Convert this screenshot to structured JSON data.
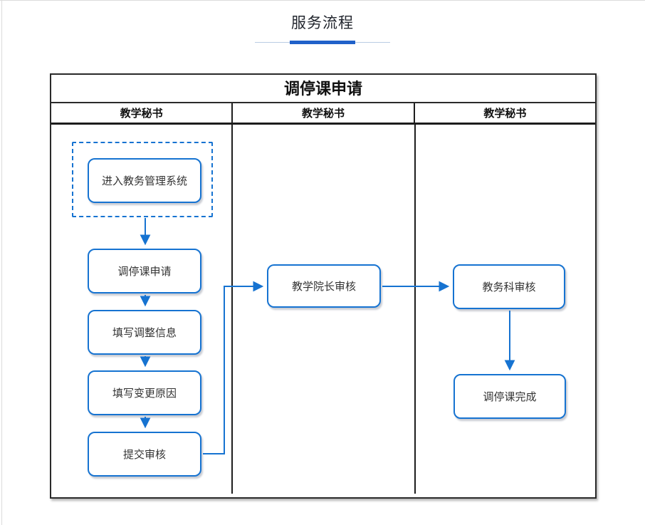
{
  "page_title": "服务流程",
  "colors": {
    "flow_blue": "#1673d1",
    "underline_bar": "#2061c9",
    "underline_line": "#b9cce4",
    "frame_border": "#2a2a2a"
  },
  "diagram": {
    "title": "调停课申请",
    "lanes": [
      {
        "label": "教学秘书"
      },
      {
        "label": "教学秘书"
      },
      {
        "label": "教学秘书"
      }
    ],
    "nodes": {
      "enter_system": {
        "label": "进入教务管理系统"
      },
      "apply": {
        "label": "调停课申请"
      },
      "fill_adjust_info": {
        "label": "填写调整信息"
      },
      "fill_change_reason": {
        "label": "填写变更原因"
      },
      "submit_review": {
        "label": "提交审核"
      },
      "dean_review": {
        "label": "教学院长审核"
      },
      "academic_office_review": {
        "label": "教务科审核"
      },
      "complete": {
        "label": "调停课完成"
      }
    }
  }
}
